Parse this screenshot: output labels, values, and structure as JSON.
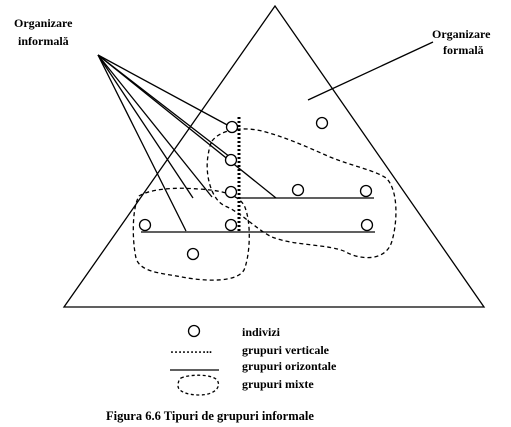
{
  "labels": {
    "informal_line1": "Organizare",
    "informal_line2": "informală",
    "formal_line1": "Organizare",
    "formal_line2": "formală"
  },
  "legend": {
    "individuals": "indivizi",
    "vertical_dots": "………..",
    "vertical_groups": "grupuri verticale",
    "horizontal_groups": "grupuri orizontale",
    "mixed_groups": "grupuri mixte"
  },
  "caption": "Figura 6.6  Tipuri de grupuri informale"
}
